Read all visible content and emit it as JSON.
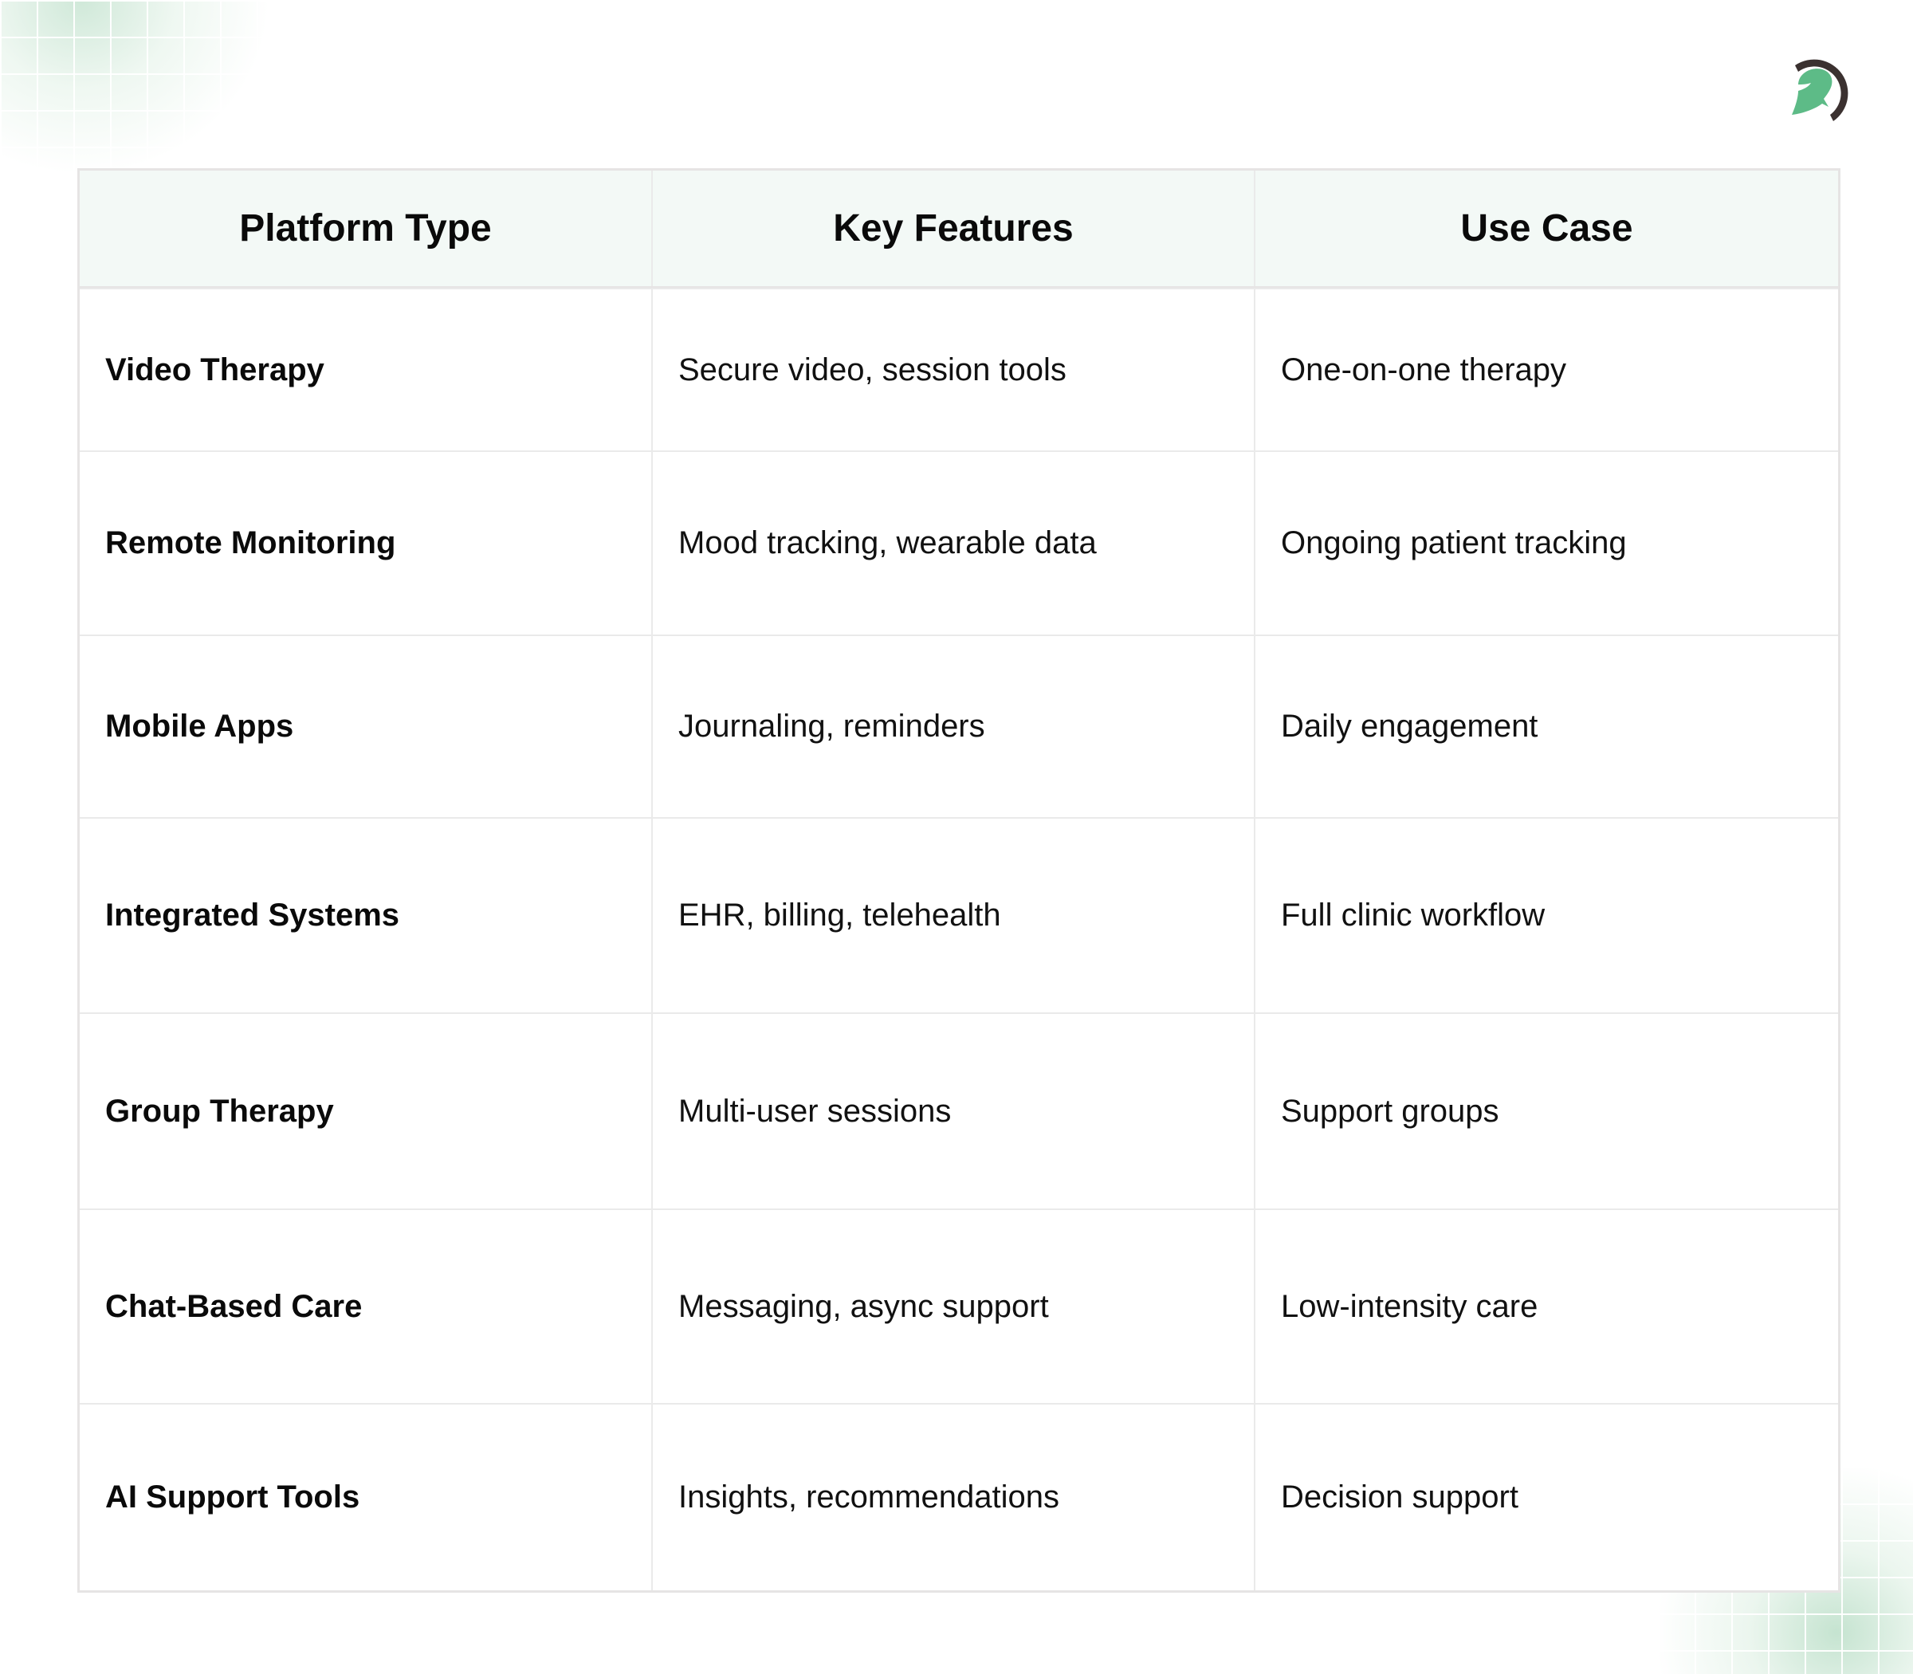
{
  "brand": {
    "logo_icon": "spartan-helmet-leaf-logo",
    "colors": {
      "logo_green": "#5dbb87",
      "logo_dark": "#3b3130",
      "header_bg": "#f3f9f6",
      "border": "#e6e4e4",
      "accent_grid": "#cfe7d9"
    }
  },
  "table": {
    "headers": [
      "Platform Type",
      "Key Features",
      "Use Case"
    ],
    "rows": [
      {
        "platform_type": "Video Therapy",
        "key_features": "Secure video, session tools",
        "use_case": "One-on-one therapy"
      },
      {
        "platform_type": "Remote Monitoring",
        "key_features": "Mood tracking, wearable data",
        "use_case": "Ongoing patient tracking"
      },
      {
        "platform_type": "Mobile Apps",
        "key_features": "Journaling, reminders",
        "use_case": "Daily engagement"
      },
      {
        "platform_type": "Integrated Systems",
        "key_features": "EHR, billing, telehealth",
        "use_case": "Full clinic workflow"
      },
      {
        "platform_type": "Group Therapy",
        "key_features": "Multi-user sessions",
        "use_case": "Support groups"
      },
      {
        "platform_type": "Chat-Based Care",
        "key_features": "Messaging, async support",
        "use_case": "Low-intensity care"
      },
      {
        "platform_type": "AI Support Tools",
        "key_features": "Insights, recommendations",
        "use_case": "Decision support"
      }
    ]
  }
}
